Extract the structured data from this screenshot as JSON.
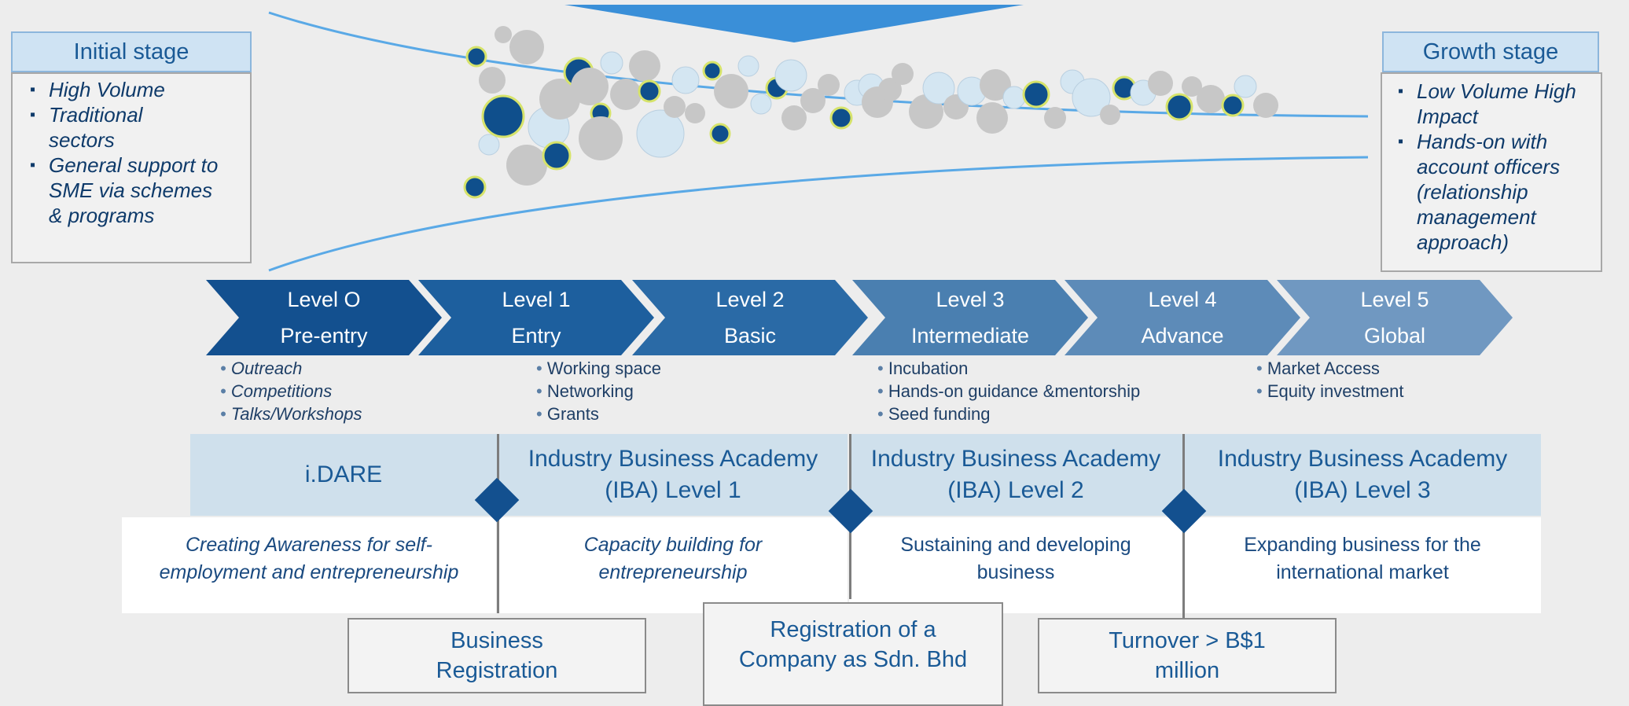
{
  "initial_stage": {
    "title": "Initial stage",
    "bullets": [
      "High Volume",
      "Traditional sectors",
      "General support to SME via schemes & programs"
    ]
  },
  "growth_stage": {
    "title": "Growth stage",
    "bullets": [
      "Low Volume High Impact",
      "Hands-on with account officers (relationship management approach)"
    ]
  },
  "levels": [
    {
      "level": "Level O",
      "name": "Pre-entry",
      "color": "#13508f"
    },
    {
      "level": "Level 1",
      "name": "Entry",
      "color": "#1d5f9e"
    },
    {
      "level": "Level 2",
      "name": "Basic",
      "color": "#2a6aa6"
    },
    {
      "level": "Level 3",
      "name": "Intermediate",
      "color": "#4a7fb0"
    },
    {
      "level": "Level 4",
      "name": "Advance",
      "color": "#5d8bb8"
    },
    {
      "level": "Level 5",
      "name": "Global",
      "color": "#7098c1"
    }
  ],
  "level_activities": [
    [
      "Outreach",
      "Competitions",
      "Talks/Workshops"
    ],
    [
      "Working space",
      "Networking",
      "Grants"
    ],
    [
      "Incubation",
      "Hands-on guidance &mentorship",
      "Seed funding"
    ],
    [
      "Market Access",
      "Equity investment"
    ]
  ],
  "programs": [
    {
      "name": "i.DARE",
      "description": "Creating Awareness for self-employment and entrepreneurship"
    },
    {
      "name": "Industry Business Academy (IBA) Level 1",
      "description": "Capacity building for entrepreneurship"
    },
    {
      "name": "Industry Business Academy (IBA) Level 2",
      "description": "Sustaining and developing business"
    },
    {
      "name": "Industry Business Academy (IBA) Level 3",
      "description": "Expanding business for the international market"
    }
  ],
  "milestones": [
    "Business Registration",
    "Registration of a Company as Sdn. Bhd",
    "Turnover > B$1 million"
  ],
  "colors": {
    "accent_dark": "#13508f",
    "band": "#cfe0ec",
    "funnel_line": "#5aa9e6"
  }
}
